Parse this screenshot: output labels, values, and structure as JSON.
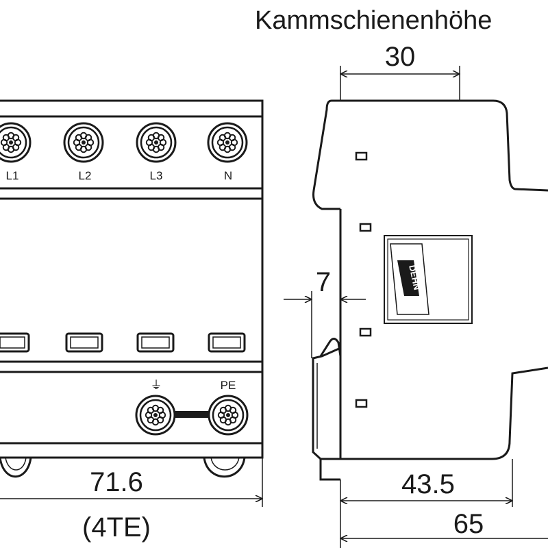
{
  "header": {
    "title": "Kammschienenhöhe"
  },
  "dimensions": {
    "rail_height": "30",
    "gap": "7",
    "width": "71.6",
    "width_units": "(4TE)",
    "depth_inner": "43.5",
    "depth_total": "65"
  },
  "front_view": {
    "top_terminals": [
      "L1",
      "L2",
      "L3",
      "N"
    ],
    "bottom_terminals": [
      "⏚",
      "PE"
    ]
  },
  "side_view": {
    "logo_text": "DEHN"
  },
  "colors": {
    "line": "#1a1a1a",
    "background": "#ffffff"
  }
}
